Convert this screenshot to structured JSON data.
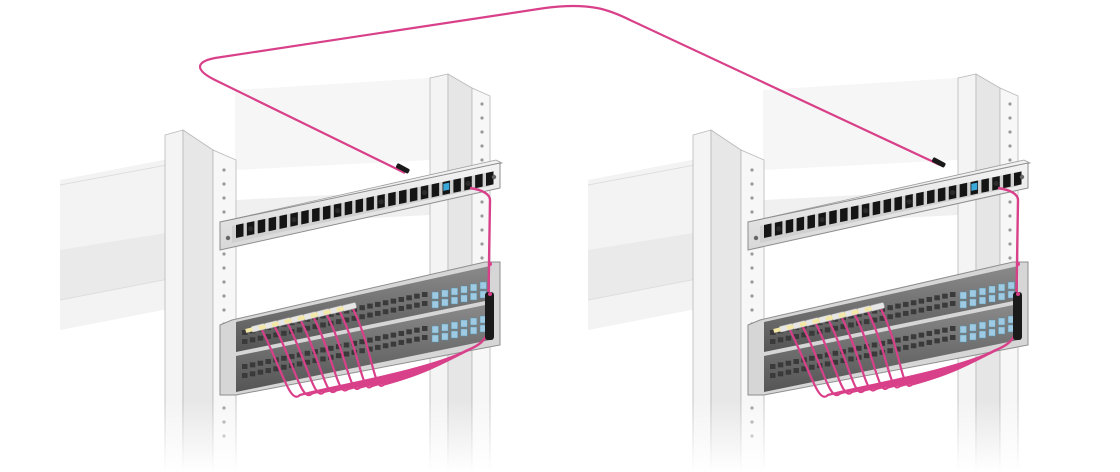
{
  "colors": {
    "background": "#ffffff",
    "cable": "#d9408a",
    "rack_post": "#f2f2f2",
    "rack_post_shade": "#dcdcdc",
    "rack_edge": "#b8b8b8",
    "patch_panel_face": "#e8e8e8",
    "port_cavity": "#151515",
    "switch_body": "#6f6f6f",
    "switch_dark": "#3a3a3a",
    "switch_blue_ports": "#9ecbe3",
    "connector_yellow": "#f3e7a6",
    "connector_boot": "#e6e6e6",
    "highlight_port": "#3aa9d9"
  },
  "scene": {
    "racks": [
      {
        "name": "rack-left",
        "panel_ports": 24,
        "highlight_port_index": 19,
        "switch_units": 2,
        "fanout_cables": 8
      },
      {
        "name": "rack-right",
        "panel_ports": 24,
        "highlight_port_index": 19,
        "switch_units": 2,
        "fanout_cables": 8
      }
    ],
    "trunk_cable": {
      "from": "rack-left",
      "to": "rack-right"
    },
    "icons": [
      "rack-post-icon",
      "patch-panel-icon",
      "network-switch-icon",
      "fiber-connector-icon",
      "fanout-breakout-icon"
    ]
  }
}
